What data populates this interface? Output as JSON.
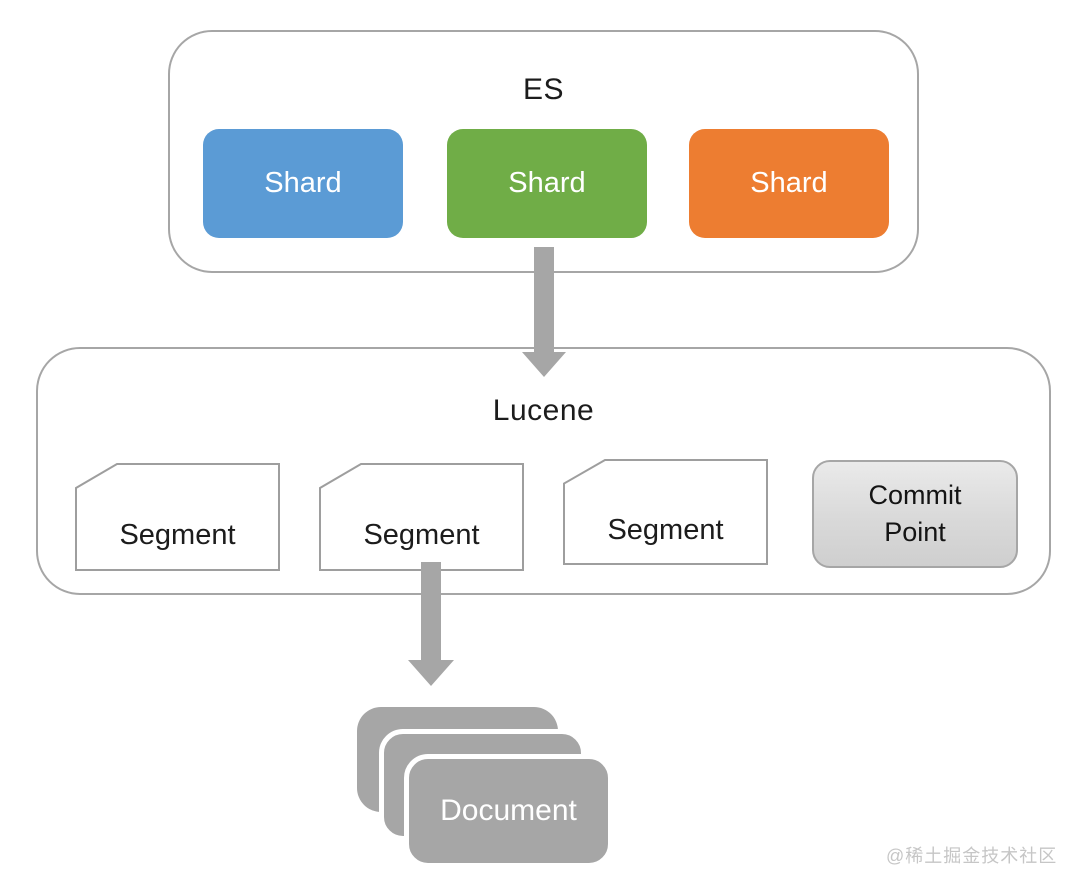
{
  "es": {
    "label": "ES",
    "shards": [
      {
        "label": "Shard",
        "color": "#5b9bd5"
      },
      {
        "label": "Shard",
        "color": "#70ad47"
      },
      {
        "label": "Shard",
        "color": "#ed7d31"
      }
    ]
  },
  "lucene": {
    "label": "Lucene",
    "segments": [
      {
        "label": "Segment"
      },
      {
        "label": "Segment"
      },
      {
        "label": "Segment"
      }
    ],
    "commit_point": {
      "label": "Commit\nPoint",
      "fill": "#d9d9d9"
    }
  },
  "documents": {
    "label": "Document",
    "stack_count": 3,
    "card_color": "#a6a6a6"
  },
  "watermark": "@稀土掘金技术社区",
  "colors": {
    "arrow": "#a6a6a6",
    "container_border": "#a6a6a6",
    "segment_border": "#9e9e9e",
    "title_text": "#1c1c1c"
  }
}
